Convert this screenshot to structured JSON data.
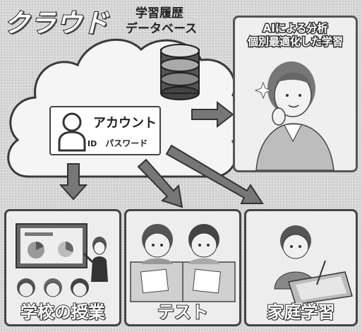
{
  "title": "クラウド",
  "database": {
    "line1": "学習履歴",
    "line2": "データベース"
  },
  "ai": {
    "line1": "AIによる分析",
    "line2": "個別最適化した学習"
  },
  "account": {
    "label": "アカウント",
    "id": "ID",
    "password": "パスワード"
  },
  "panels": [
    {
      "label": "学校の授業"
    },
    {
      "label": "テスト"
    },
    {
      "label": "家庭学習"
    }
  ]
}
